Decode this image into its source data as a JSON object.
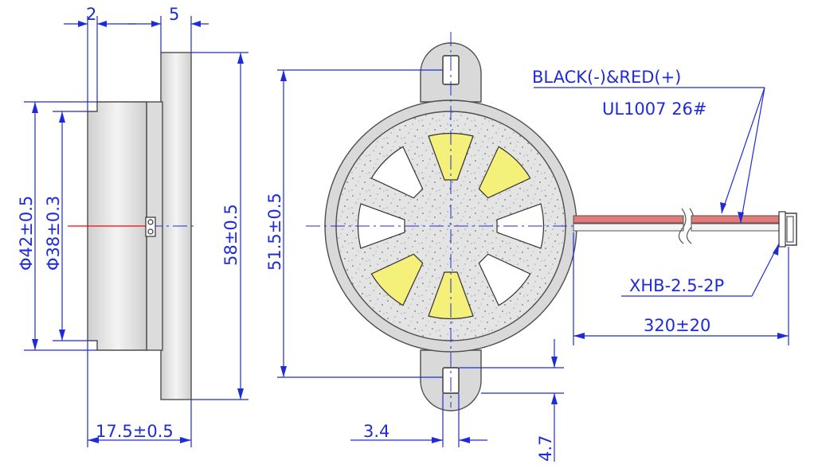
{
  "side_view": {
    "dims": {
      "flange_width": "2",
      "rim_width": "5",
      "outer_diameter": "Φ42±0.5",
      "inner_diameter": "Φ38±0.3",
      "overall_height": "58±0.5",
      "depth": "17.5±0.5"
    }
  },
  "front_view": {
    "dims": {
      "hole_spacing": "51.5±0.5",
      "slot_width": "3.4",
      "slot_height": "4.7"
    }
  },
  "wire": {
    "color_label": "BLACK(-)&RED(+)",
    "spec_label": "UL1007  26#",
    "connector_label": "XHB-2.5-2P",
    "length_label": "320±20"
  },
  "colors": {
    "dimension": "#1f2bd6",
    "body_fill": "#d9d9d9",
    "window_yellow": "#f5f07a",
    "window_white": "#ffffff",
    "wire_red": "#e06060",
    "center_red": "#ff0000"
  }
}
